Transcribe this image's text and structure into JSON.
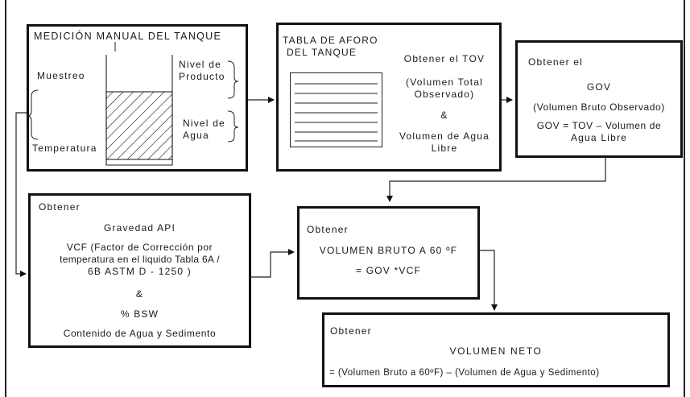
{
  "box1": {
    "title": "MEDICIÓN MANUAL DEL TANQUE",
    "muestreo": "Muestreo",
    "temperatura": "Temperatura",
    "nivel_producto_1": "Nivel de",
    "nivel_producto_2": "Producto",
    "nivel_agua_1": "Nivel de",
    "nivel_agua_2": "Agua"
  },
  "box2": {
    "title_1": "TABLA DE AFORO",
    "title_2": "DEL TANQUE",
    "obtener_tov": "Obtener el TOV",
    "tov_desc_1": "(Volumen Total",
    "tov_desc_2": "Observado)",
    "amp": "&",
    "agua_libre_1": "Volumen de Agua",
    "agua_libre_2": "Libre"
  },
  "box3": {
    "obtener": "Obtener el",
    "gov": "GOV",
    "gov_desc": "(Volumen Bruto Observado)",
    "formula_1": "GOV = TOV – Volumen de",
    "formula_2": "Agua Libre"
  },
  "box4": {
    "obtener": "Obtener",
    "gravedad": "Gravedad API",
    "vcf_1": "VCF (Factor de Corrección por",
    "vcf_2": "temperatura en el liquido Tabla 6A /",
    "vcf_3": "6B ASTM D - 1250 )",
    "amp": "&",
    "bsw": "% BSW",
    "contenido": "Contenido de Agua y Sedimento"
  },
  "box5": {
    "obtener": "Obtener",
    "vol_bruto": "VOLUMEN BRUTO A 60 ºF",
    "formula": "=   GOV *VCF"
  },
  "box6": {
    "obtener": "Obtener",
    "vol_neto": "VOLUMEN NETO",
    "formula": "=   (Volumen Bruto a 60ºF) – (Volumen de Agua y Sedimento)"
  }
}
